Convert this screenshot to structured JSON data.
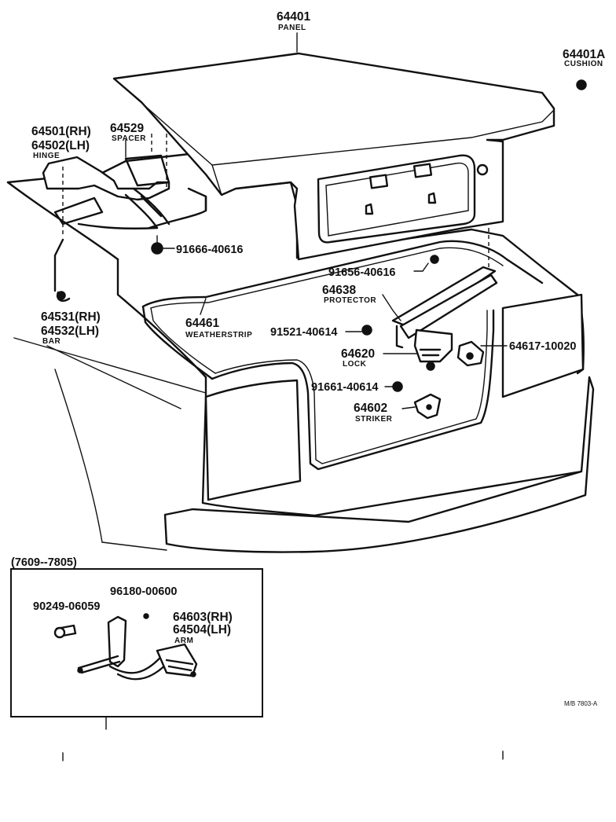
{
  "parts": {
    "panel": {
      "number": "64401",
      "name": "PANEL"
    },
    "cushion": {
      "number": "64401A",
      "name": "CUSHION"
    },
    "hinge": {
      "number_rh": "64501(RH)",
      "number_lh": "64502(LH)",
      "name": "HINGE"
    },
    "spacer": {
      "number": "64529",
      "name": "SPACER"
    },
    "bolt_91666": {
      "number": "91666-40616"
    },
    "bolt_91656": {
      "number": "91656-40616"
    },
    "protector": {
      "number": "64638",
      "name": "PROTECTOR"
    },
    "bar": {
      "number_rh": "64531(RH)",
      "number_lh": "64532(LH)",
      "name": "BAR"
    },
    "weatherstrip": {
      "number": "64461",
      "name": "WEATHERSTRIP"
    },
    "bolt_91521": {
      "number": "91521-40614"
    },
    "lock": {
      "number": "64620",
      "name": "LOCK"
    },
    "part_64617": {
      "number": "64617-10020"
    },
    "bolt_91661": {
      "number": "91661-40614"
    },
    "striker": {
      "number": "64602",
      "name": "STRIKER"
    }
  },
  "inset": {
    "period": "(7609--7805)",
    "bolt_90249": {
      "number": "90249-06059"
    },
    "nut_96180": {
      "number": "96180-00600"
    },
    "arm": {
      "number_rh": "64603(RH)",
      "number_lh": "64504(LH)",
      "name": "ARM"
    },
    "ref_code": "M/B 7803-A"
  }
}
